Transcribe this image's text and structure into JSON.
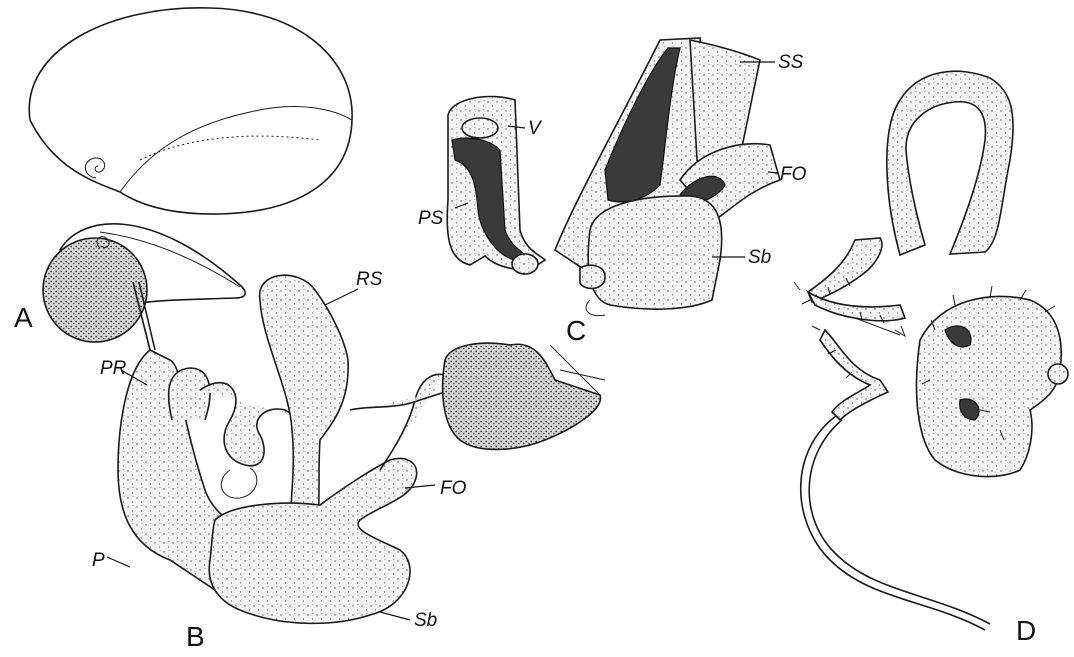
{
  "panels": {
    "a": "A",
    "b": "B",
    "c": "C",
    "d": "D"
  },
  "labels": {
    "pr": "PR",
    "p": "P",
    "rs": "RS",
    "fo_b": "FO",
    "sb_b": "Sb",
    "ss": "SS",
    "v": "V",
    "ps": "PS",
    "fo_c": "FO",
    "sb_c": "Sb"
  }
}
